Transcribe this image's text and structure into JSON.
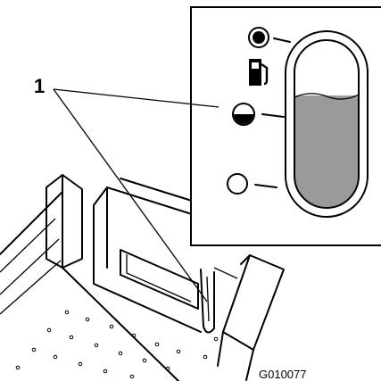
{
  "callout": {
    "number": "1"
  },
  "figure_id": "G010077",
  "colors": {
    "fuel_fill": "#9a9a9a",
    "line": "#000000",
    "background": "#ffffff"
  },
  "icons": {
    "full_indicator": "filled-circle-icon",
    "half_indicator": "half-filled-circle-icon",
    "empty_indicator": "empty-circle-icon",
    "fuel_pump": "fuel-pump-icon"
  },
  "fuel_level_fraction": 0.67
}
